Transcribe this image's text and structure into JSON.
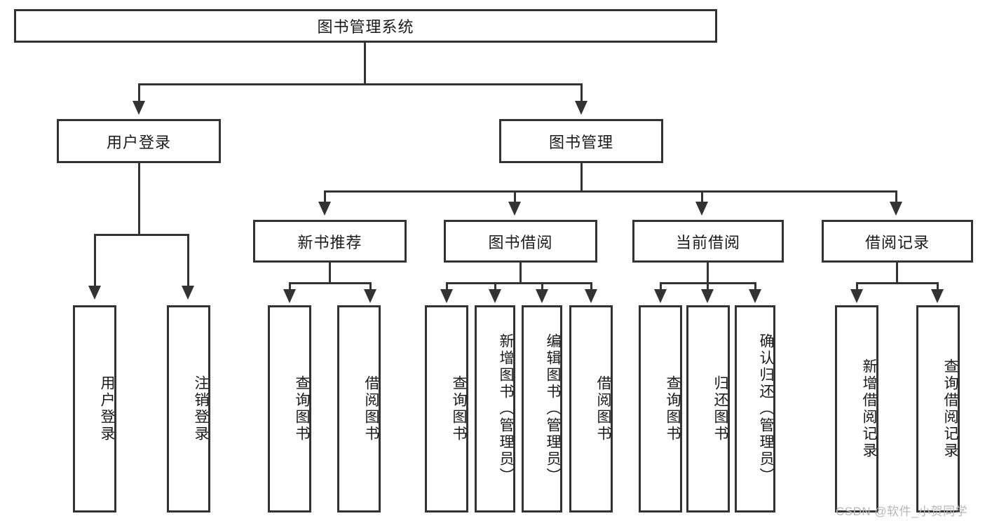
{
  "diagram": {
    "title": "图书管理系统",
    "type": "hierarchy-tree",
    "root": {
      "label": "图书管理系统"
    },
    "level2": [
      {
        "label": "用户登录"
      },
      {
        "label": "图书管理"
      }
    ],
    "level3": [
      {
        "label": "新书推荐"
      },
      {
        "label": "图书借阅"
      },
      {
        "label": "当前借阅"
      },
      {
        "label": "借阅记录"
      }
    ],
    "leaves": {
      "user_login": [
        {
          "label": "用户登录"
        },
        {
          "label": "注销登录"
        }
      ],
      "new_book_recommend": [
        {
          "label": "查询图书"
        },
        {
          "label": "借阅图书"
        }
      ],
      "book_borrow": [
        {
          "label": "查询图书"
        },
        {
          "label": "新增图书（管理员）"
        },
        {
          "label": "编辑图书（管理员）"
        },
        {
          "label": "借阅图书"
        }
      ],
      "current_borrow": [
        {
          "label": "查询图书"
        },
        {
          "label": "归还图书"
        },
        {
          "label": "确认归还（管理员）"
        }
      ],
      "borrow_record": [
        {
          "label": "新增借阅记录"
        },
        {
          "label": "查询借阅记录"
        }
      ]
    }
  },
  "watermark": {
    "text": "CSDN @软件_小贺同学"
  },
  "colors": {
    "border": "#333333",
    "background": "#ffffff",
    "text": "#1a1a1a",
    "watermark": "#b8b8b8"
  }
}
